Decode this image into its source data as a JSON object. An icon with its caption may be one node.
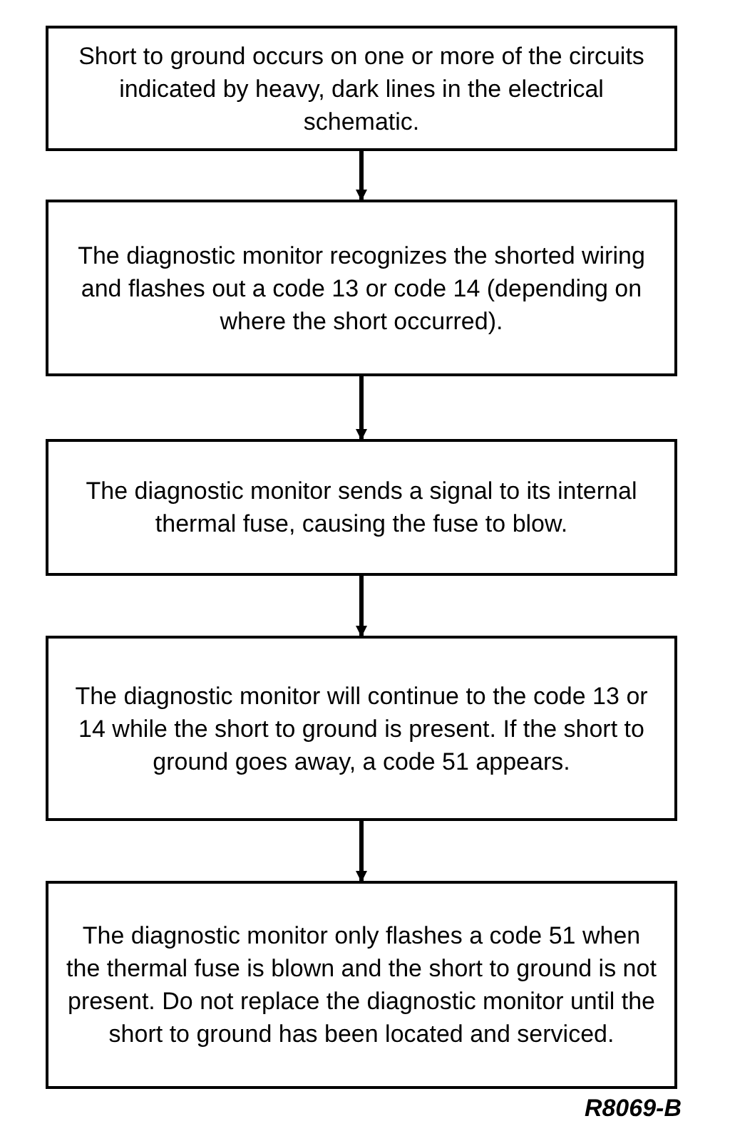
{
  "diagram": {
    "nodes": [
      {
        "text": [
          "Short to ground occurs on one or more of the circuits indicated by heavy, dark lines in the electrical schematic."
        ]
      },
      {
        "text": [
          "The diagnostic monitor recognizes the shorted wiring and flashes out a code 13 or code 14 (depending on where the short occurred)."
        ]
      },
      {
        "text": [
          "The diagnostic monitor sends a signal to its internal thermal fuse, causing the fuse to blow."
        ]
      },
      {
        "text": [
          "The diagnostic monitor will continue to the code 13 or 14 while the short to ground is present. If the short to ground goes away, a code 51 appears."
        ]
      },
      {
        "text": [
          "The diagnostic monitor only flashes a code 51 when the thermal fuse is blown and the short to ground is not present. Do not replace the diagnostic monitor until the short to ground has been located and serviced."
        ]
      }
    ],
    "edges": [
      {
        "from": 0,
        "to": 1,
        "arrow": "to"
      },
      {
        "from": 1,
        "to": 2,
        "arrow": "to"
      },
      {
        "from": 2,
        "to": 3,
        "arrow": "to"
      },
      {
        "from": 3,
        "to": 4,
        "arrow": "to"
      }
    ],
    "labels": [
      "R8069-B"
    ]
  }
}
